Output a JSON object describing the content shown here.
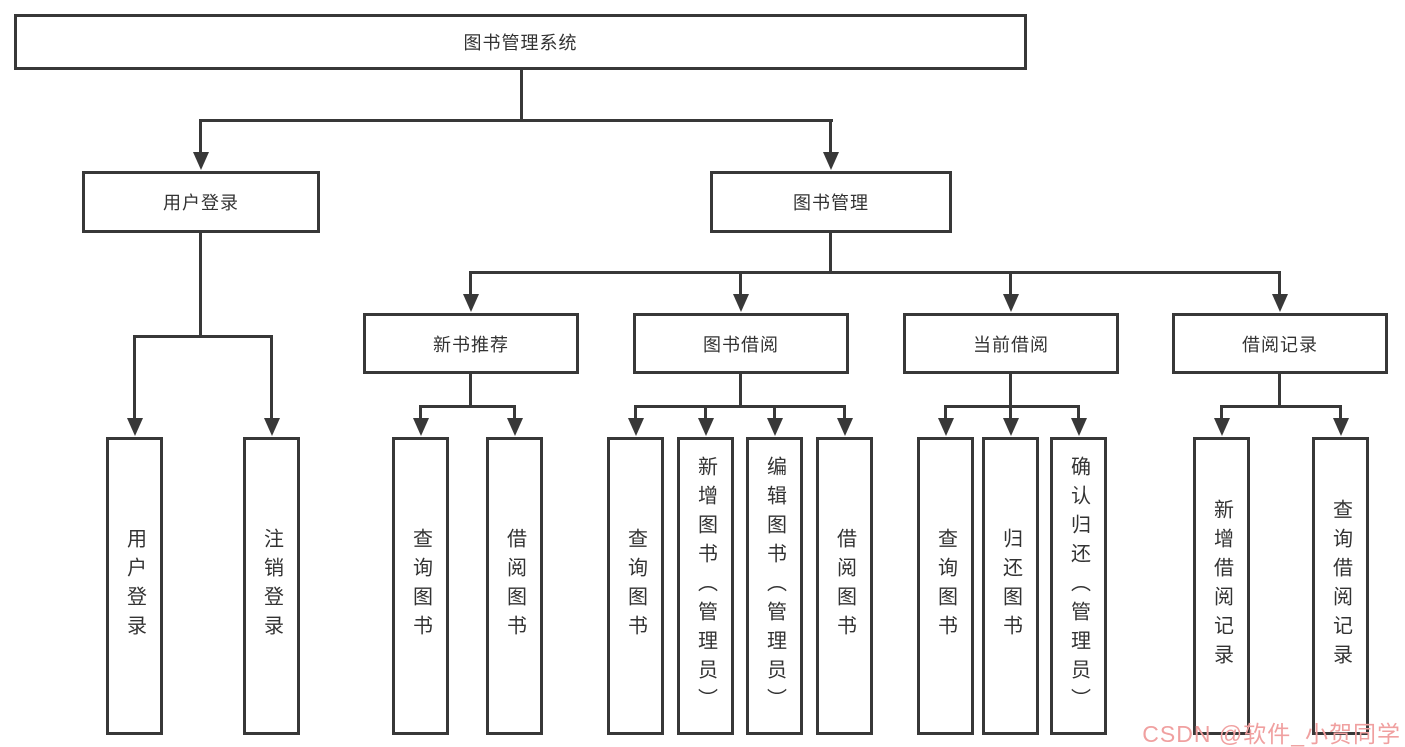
{
  "nodes": {
    "root": "图书管理系统",
    "user_login": "用户登录",
    "book_management": "图书管理",
    "new_book_recommend": "新书推荐",
    "book_borrow": "图书借阅",
    "current_borrow": "当前借阅",
    "borrow_records": "借阅记录",
    "leaf_user_login": "用户登录",
    "leaf_logout": "注销登录",
    "nb_query_books": "查询图书",
    "nb_borrow_books": "借阅图书",
    "bb_query_books": "查询图书",
    "bb_add_books": "新增图书（管理员）",
    "bb_edit_books": "编辑图书（管理员）",
    "bb_borrow_books": "借阅图书",
    "cb_query_books": "查询图书",
    "cb_return_books": "归还图书",
    "cb_confirm_return": "确认归还（管理员）",
    "br_add_record": "新增借阅记录",
    "br_query_record": "查询借阅记录"
  },
  "watermark": {
    "text": "CSDN @软件_小贺同学",
    "color": "#f0a0a0"
  },
  "colors": {
    "line": "#383838",
    "text": "#333333",
    "background": "#ffffff"
  }
}
